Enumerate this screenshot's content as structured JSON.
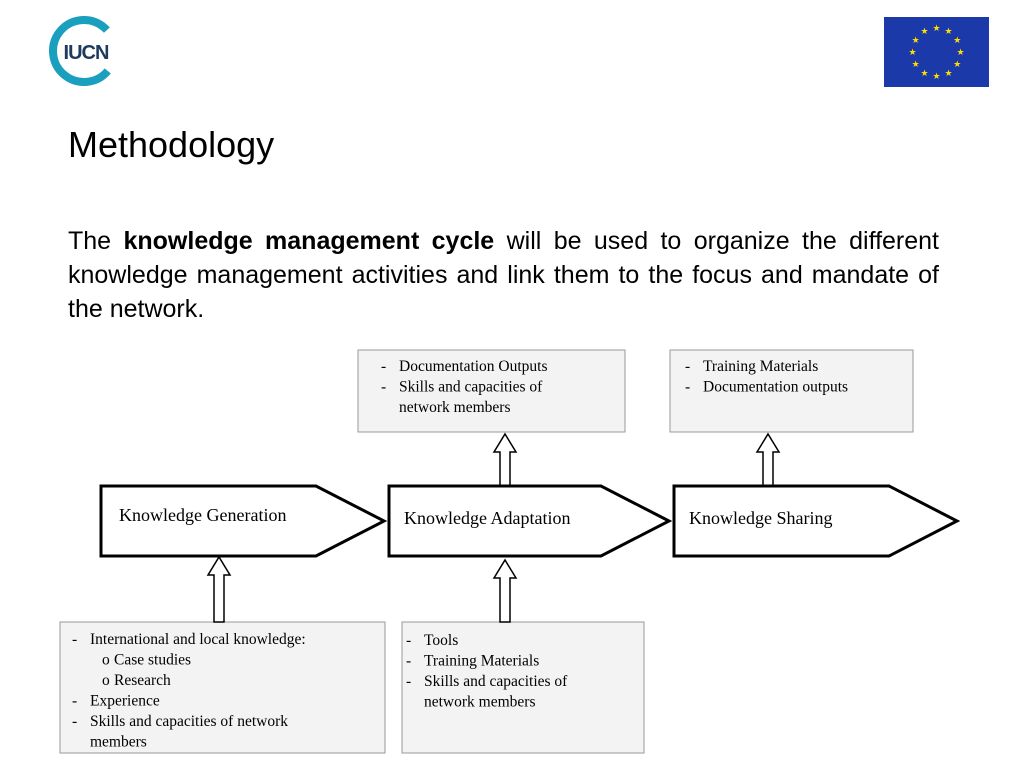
{
  "logo": {
    "text": "IUCN"
  },
  "title": "Methodology",
  "intro": {
    "prefix": "The",
    "bold": "knowledge management cycle",
    "suffix": "will be used to organize the different knowledge management activities and link them to the focus and mandate of the network."
  },
  "stages": [
    {
      "id": "generation",
      "label": "Knowledge Generation"
    },
    {
      "id": "adaptation",
      "label": "Knowledge Adaptation"
    },
    {
      "id": "sharing",
      "label": "Knowledge Sharing"
    }
  ],
  "output_boxes": {
    "adaptation": [
      {
        "bullet": "-",
        "text": "Documentation Outputs"
      },
      {
        "bullet": "-",
        "text": "Skills and capacities of"
      },
      {
        "bullet": "",
        "text": "network members"
      }
    ],
    "sharing": [
      {
        "bullet": "-",
        "text": "Training Materials"
      },
      {
        "bullet": "-",
        "text": "Documentation outputs"
      }
    ]
  },
  "input_boxes": {
    "generation": [
      {
        "bullet": "-",
        "text": "International and local knowledge:"
      },
      {
        "bullet": "o",
        "text": "Case studies",
        "sub": true
      },
      {
        "bullet": "o",
        "text": "Research",
        "sub": true
      },
      {
        "bullet": "-",
        "text": "Experience"
      },
      {
        "bullet": "-",
        "text": "Skills and capacities of network"
      },
      {
        "bullet": "",
        "text": "members"
      }
    ],
    "adaptation": [
      {
        "bullet": "-",
        "text": "Tools"
      },
      {
        "bullet": "-",
        "text": "Training Materials"
      },
      {
        "bullet": "-",
        "text": "Skills and capacities of"
      },
      {
        "bullet": "",
        "text": "network members"
      }
    ]
  },
  "colors": {
    "box_fill": "#f3f3f3",
    "box_border": "#999999",
    "logo_teal": "#1a9fbf",
    "eu_blue": "#1b39a8",
    "eu_star": "#ffdd00"
  }
}
